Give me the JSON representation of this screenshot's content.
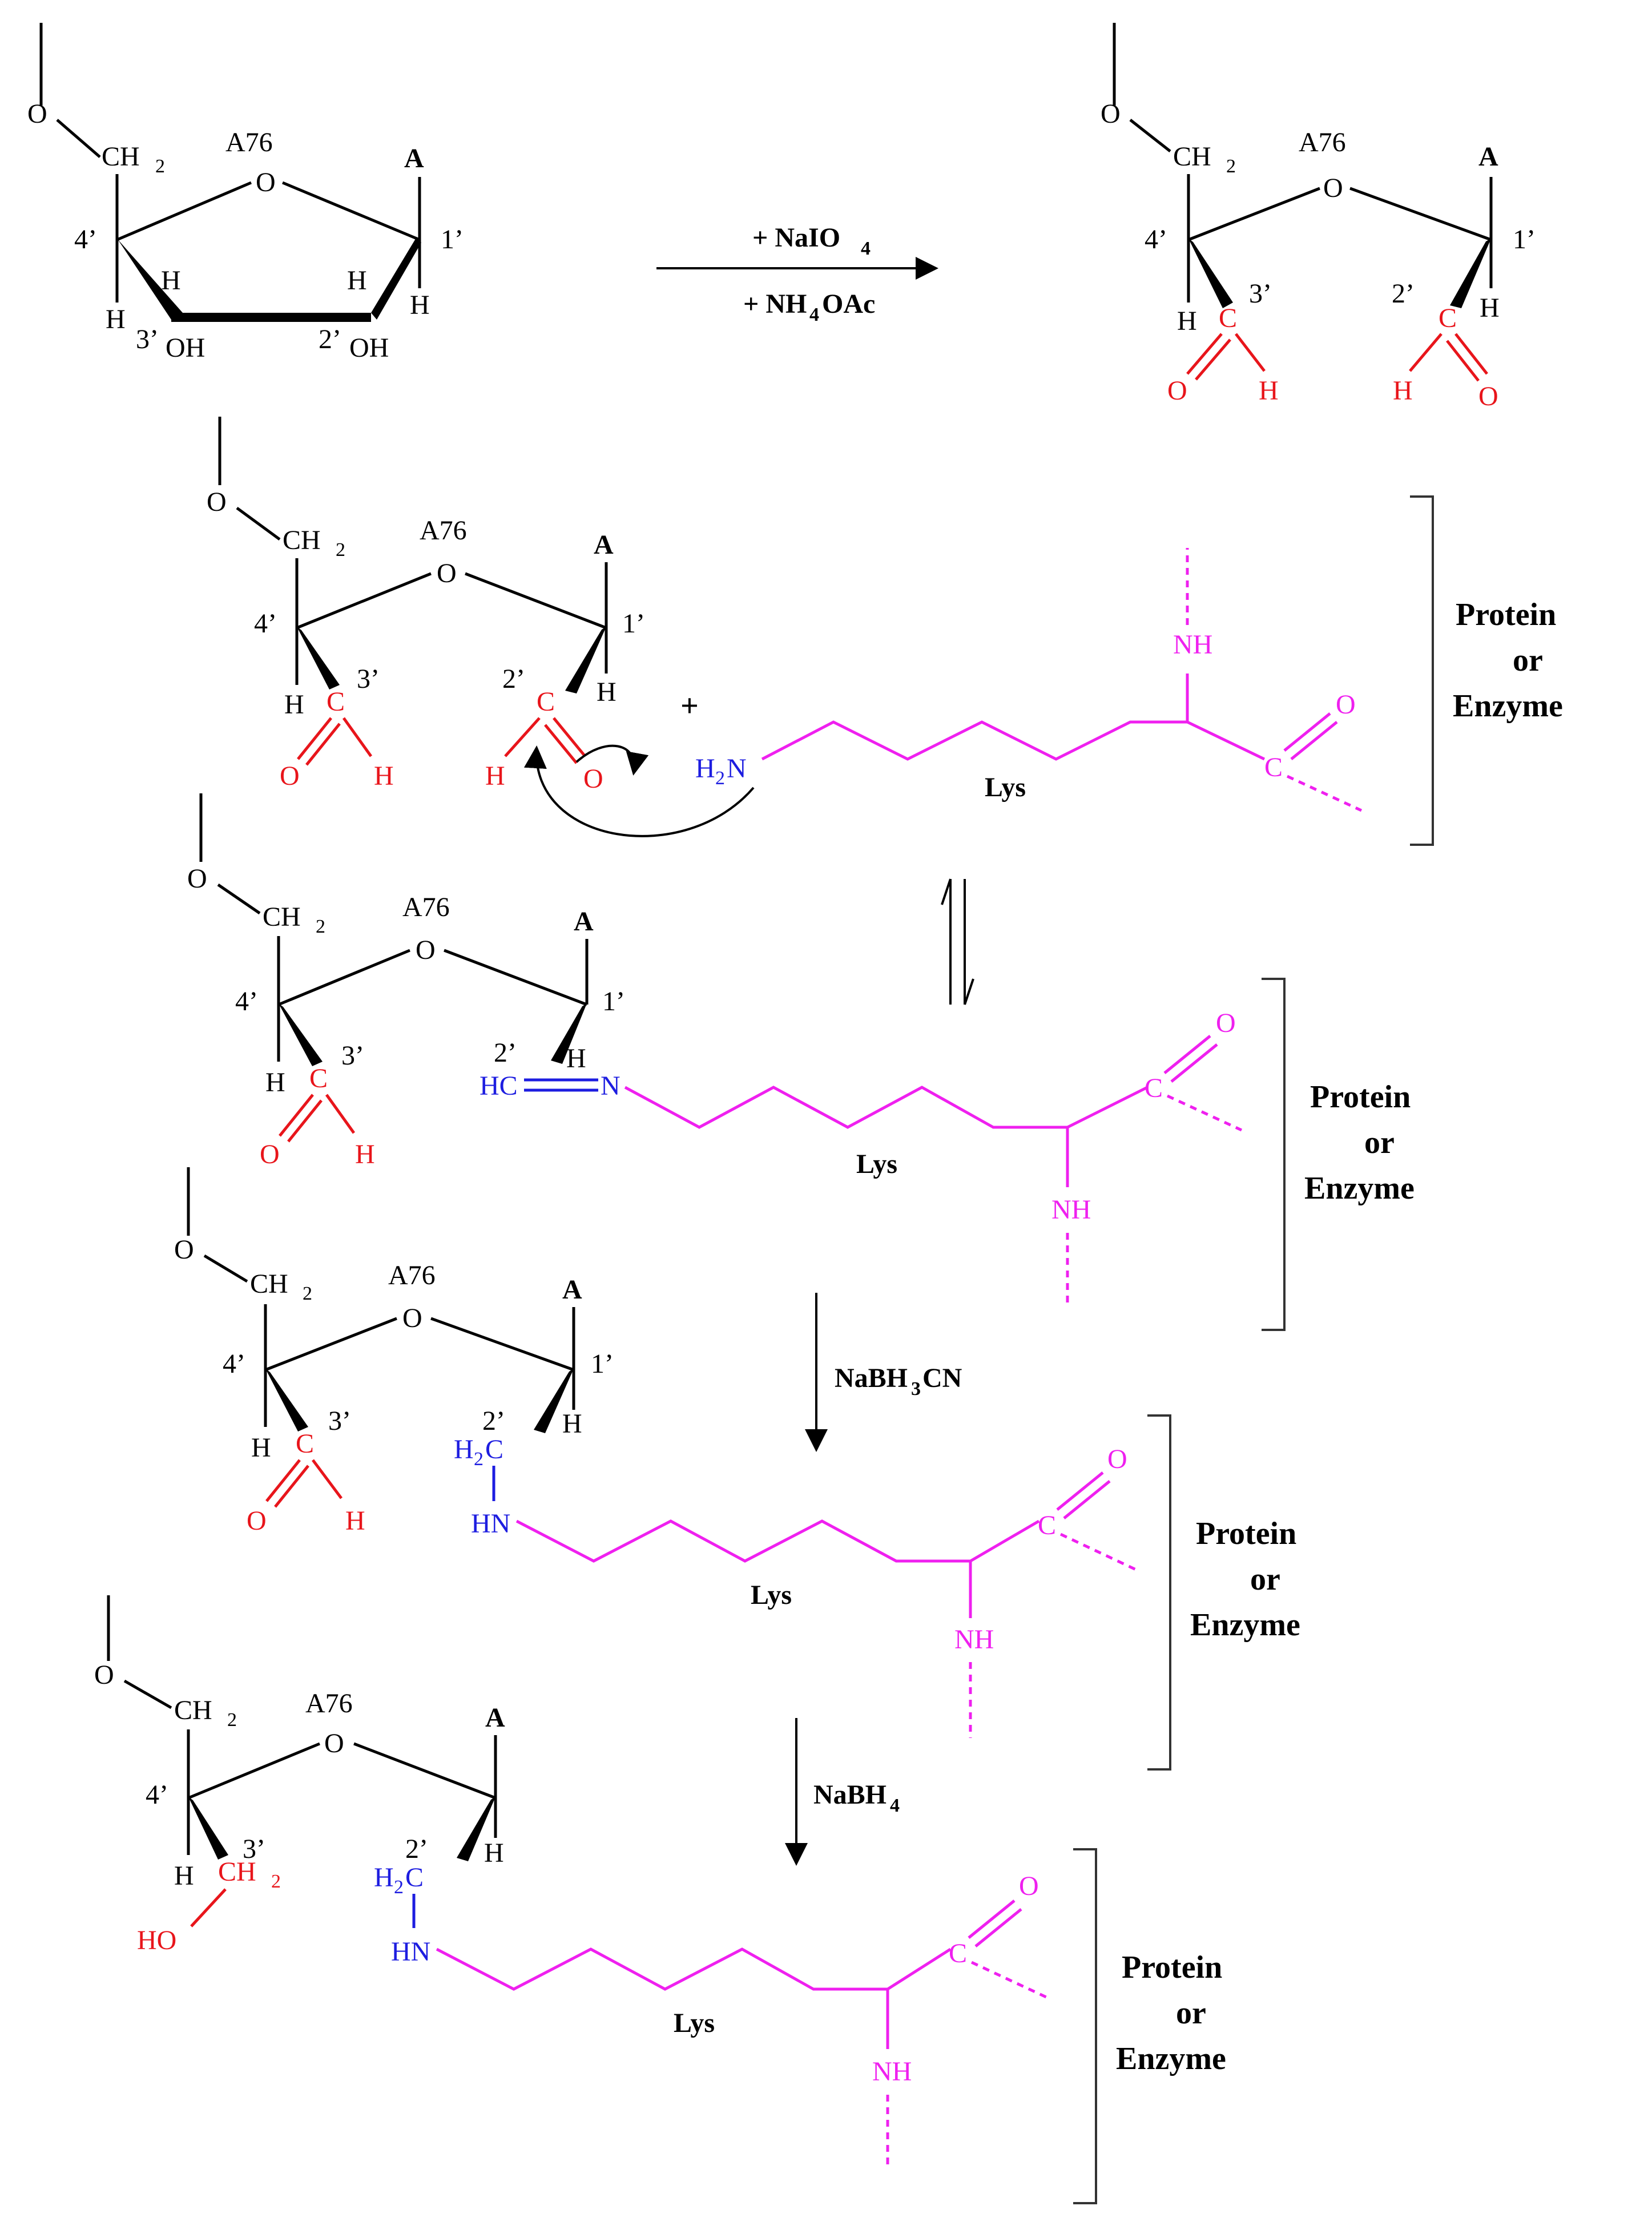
{
  "labels": {
    "O": "O",
    "A76": "A76",
    "A": "A",
    "C1p": "1’",
    "C2p": "2’",
    "C3p": "3’",
    "C4p": "4’",
    "H": "H",
    "OH": "OH",
    "HO": "HO",
    "C": "C",
    "NH": "NH",
    "N": "N",
    "H2N_H": "H",
    "H2N_2": "2",
    "H2N_N": "N",
    "HC": "HC",
    "H2C_H": "H",
    "H2C_2": "2",
    "H2C_C": "C",
    "HN": "HN",
    "CH2_C": "CH",
    "CH2_2": "2",
    "Lys": "Lys",
    "plus": "+"
  },
  "reagents": {
    "step1_line1_pre": "+ NaIO",
    "step1_line1_sub": "4",
    "step1_line2_pre": "+ NH",
    "step1_line2_sub": "4",
    "step1_line2_post": "OAc",
    "step3_pre": "NaBH",
    "step3_sub": "3",
    "step3_post": "CN",
    "step4_pre": "NaBH",
    "step4_sub": "4"
  },
  "bracket_label": {
    "line1": "Protein",
    "line2": "or",
    "line3": "Enzyme"
  },
  "colors": {
    "ribose": "#000000",
    "aldehyde": "#e8151b",
    "linkage": "#1d1de0",
    "lysine": "#ef20ef"
  }
}
